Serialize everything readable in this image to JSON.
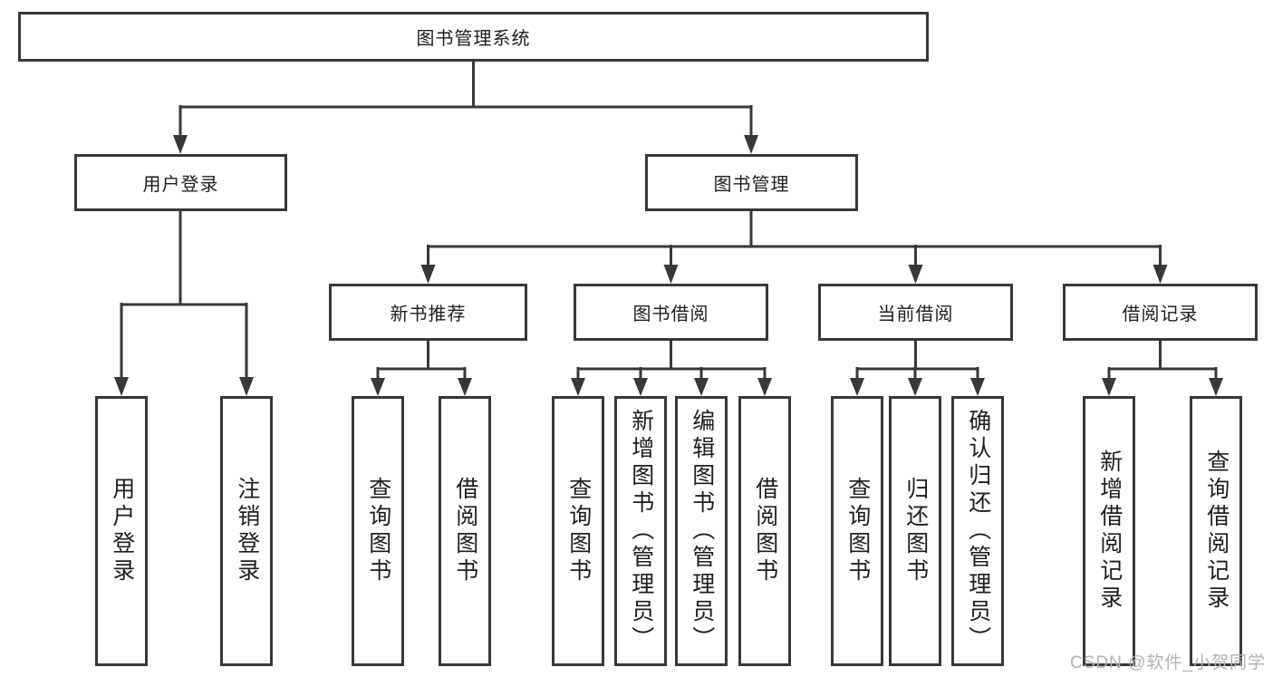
{
  "diagram": {
    "root": {
      "label": "图书管理系统"
    },
    "branches": [
      {
        "label": "用户登录",
        "children": [
          {
            "label": "用户登录"
          },
          {
            "label": "注销登录"
          }
        ]
      },
      {
        "label": "图书管理",
        "groups": [
          {
            "label": "新书推荐",
            "children": [
              {
                "label": "查询图书"
              },
              {
                "label": "借阅图书"
              }
            ]
          },
          {
            "label": "图书借阅",
            "children": [
              {
                "label": "查询图书"
              },
              {
                "label": "新增图书（管理员）"
              },
              {
                "label": "编辑图书（管理员）"
              },
              {
                "label": "借阅图书"
              }
            ]
          },
          {
            "label": "当前借阅",
            "children": [
              {
                "label": "查询图书"
              },
              {
                "label": "归还图书"
              },
              {
                "label": "确认归还（管理员）"
              }
            ]
          },
          {
            "label": "借阅记录",
            "children": [
              {
                "label": "新增借阅记录"
              },
              {
                "label": "查询借阅记录"
              }
            ]
          }
        ]
      }
    ]
  },
  "watermark": {
    "text": "CSDN @软件_小贺同学"
  },
  "colors": {
    "line": "#383838",
    "border": "#383838",
    "text": "#1e1e1e",
    "background": "#ffffff",
    "watermark": "#b2b2b2"
  }
}
